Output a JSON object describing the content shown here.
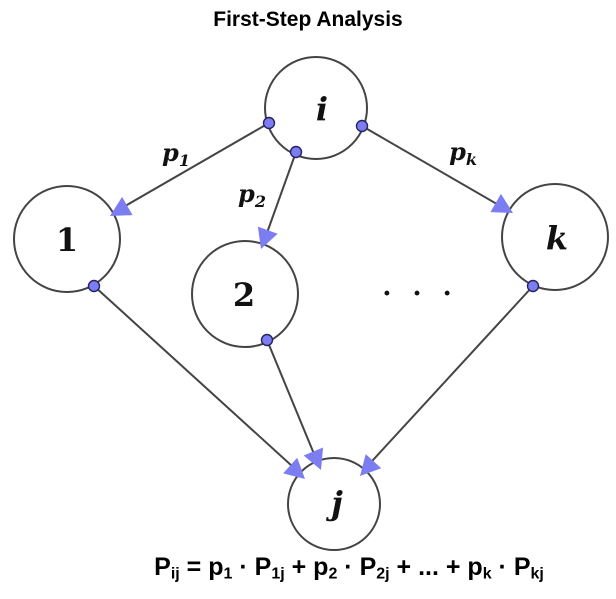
{
  "title": "First-Step Analysis",
  "colors": {
    "accent": "#7d7df2",
    "edge": "#444444",
    "dot-stroke": "#232366",
    "text": "#000000"
  },
  "nodes": {
    "i": {
      "label": "i"
    },
    "n1": {
      "label": "1"
    },
    "n2": {
      "label": "2"
    },
    "k": {
      "label": "k"
    },
    "j": {
      "label": "j"
    }
  },
  "edge_labels": {
    "p1": {
      "base": "p",
      "sub": "1"
    },
    "p2": {
      "base": "p",
      "sub": "2"
    },
    "pk": {
      "base": "p",
      "sub": "k"
    }
  },
  "ellipsis": "· · ·",
  "formula": {
    "segments": [
      {
        "text": "P",
        "sub": "ij"
      },
      {
        "text": " = "
      },
      {
        "text": "p",
        "sub": "1"
      },
      {
        "text": " · "
      },
      {
        "text": "P",
        "sub": "1j"
      },
      {
        "text": " + "
      },
      {
        "text": "p",
        "sub": "2"
      },
      {
        "text": " · "
      },
      {
        "text": "P",
        "sub": "2j"
      },
      {
        "text": " + ... + "
      },
      {
        "text": "p",
        "sub": "k"
      },
      {
        "text": " · "
      },
      {
        "text": "P",
        "sub": "kj"
      }
    ]
  }
}
